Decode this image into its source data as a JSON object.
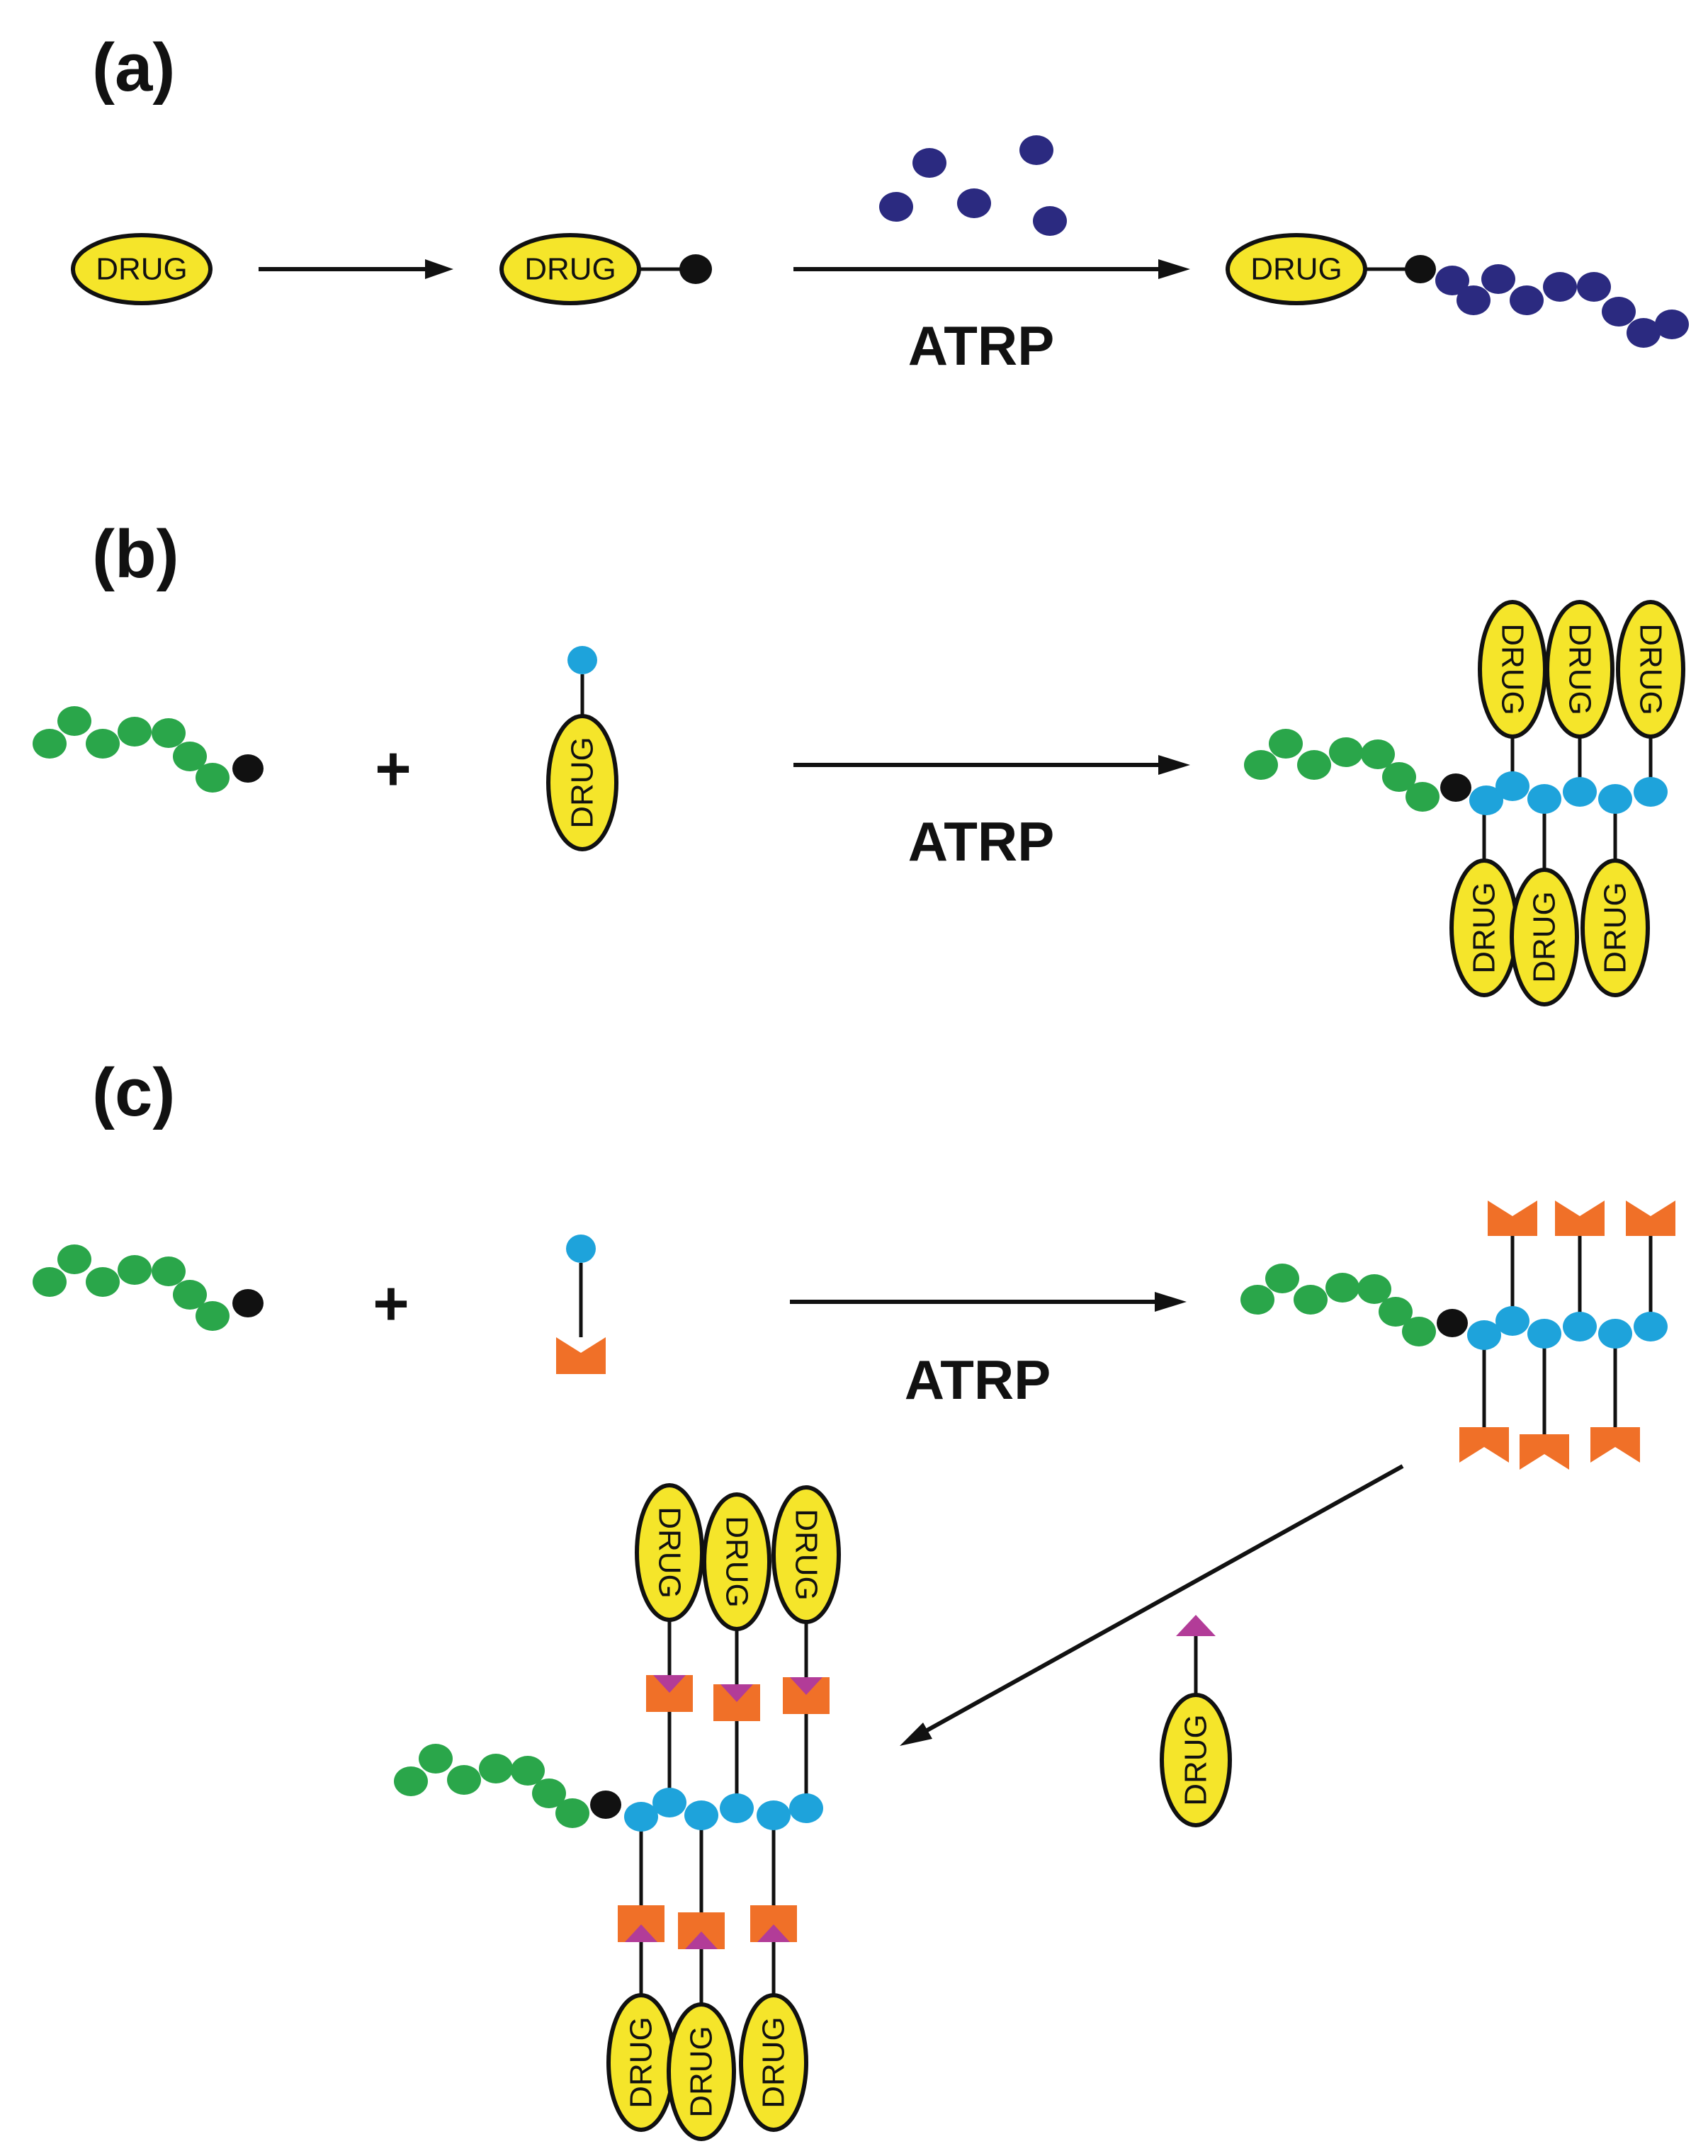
{
  "colors": {
    "drug": "#f5e52a",
    "initiator": "#111111",
    "monomer_a": "#2b2a80",
    "macroinitiator": "#2aa64a",
    "functional_monomer": "#1ea3db",
    "clickable_group": "#f07028",
    "complementary_group": "#b23c98"
  },
  "labels": {
    "drug": "DRUG",
    "plus": "+"
  },
  "panels": [
    {
      "id": "a",
      "label": "(a)",
      "arrow_label": "ATRP"
    },
    {
      "id": "b",
      "label": "(b)",
      "arrow_label": "ATRP"
    },
    {
      "id": "c",
      "label": "(c)",
      "arrow_label": "ATRP"
    }
  ]
}
